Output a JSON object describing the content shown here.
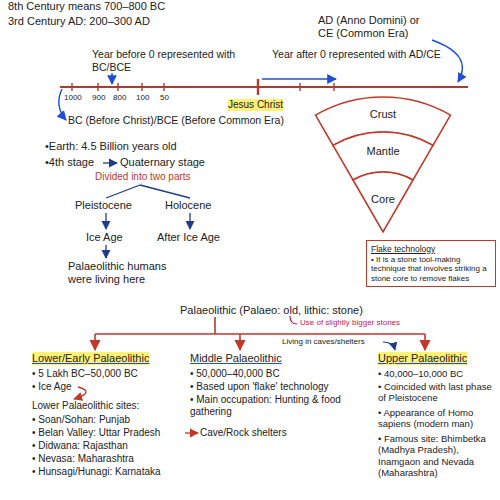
{
  "diagram": {
    "nodes": [
      {
        "text": [
          "Crust"
        ]
      },
      {
        "text": [
          "Mantle"
        ]
      },
      {
        "text": [
          "Core"
        ]
      },
      {
        "text": [
          "Flake technology",
          "• It is a stone tool-making technique that involves striking a stone core to remove flakes"
        ]
      }
    ],
    "labels": [
      "8th Century means 700–800 BC",
      "3rd Century AD: 200–300 AD",
      "AD (Anno Domini) or CE (Common Era)",
      "Year before 0 represented with BC/BCE",
      "Year after 0 represented with AD/CE",
      "1000",
      "900",
      "800",
      "100",
      "50",
      "Jesus Christ",
      "BC (Before Christ)/BCE (Before Common Era)",
      "•Earth: 4.5 Billion years old",
      "•4th stage",
      "Quaternary stage",
      "Divided into two parts",
      "Pleistocene",
      "Holocene",
      "Ice Age",
      "After Ice Age",
      "Palaeolithic humans were living here",
      "Palaeolithic (Palaeo: old, lithic: stone)",
      "Use of slightly bigger stones",
      "Living in caves/shelters",
      "Lower/Early Palaeolithic",
      "• 5 Lakh BC–50,000 BC",
      "• Ice Age",
      "Lower Palaeolithic sites:",
      "• Soan/Sohan: Punjab",
      "• Belan Valley: Uttar Pradesh",
      "Cave/Rock shelters",
      "• Didwana: Rajasthan",
      "• Nevasa: Maharashtra",
      "• Hunsagi/Hunagi: Karnataka",
      "Middle Palaeolithic",
      "• 50,000–40,000 BC",
      "• Based upon 'flake' technology",
      "• Main occupation: Hunting & food gathering",
      "Upper Palaeolithic",
      "• 40,000–10,000 BC",
      "• Coincided with last phase of Pleistocene",
      "• Appearance of Homo sapiens (modern man)",
      "• Famous site: Bhimbetka (Madhya Pradesh), Inamgaon and Nevada (Maharashtra)"
    ]
  }
}
